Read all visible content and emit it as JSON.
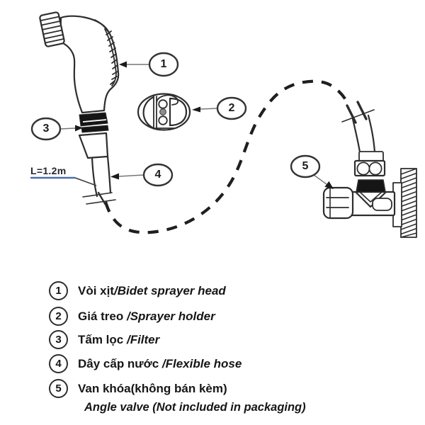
{
  "diagram": {
    "length_label": "L=1.2m",
    "callouts": [
      {
        "number": "1"
      },
      {
        "number": "2"
      },
      {
        "number": "3"
      },
      {
        "number": "4"
      },
      {
        "number": "5"
      }
    ]
  },
  "legend": {
    "items": [
      {
        "number": "1",
        "vi": "Vòi xịt",
        "en": "/Bidet sprayer head"
      },
      {
        "number": "2",
        "vi": "Giá treo ",
        "en": "/Sprayer holder"
      },
      {
        "number": "3",
        "vi": "Tấm lọc ",
        "en": "/Filter"
      },
      {
        "number": "4",
        "vi": "Dây cấp nước ",
        "en": "/Flexible hose"
      },
      {
        "number": "5",
        "vi": "Van khóa(không bán kèm)",
        "en": "",
        "en2": "Angle valve (Not included in packaging)"
      }
    ]
  },
  "colors": {
    "line": "#2d2d2d",
    "black_fill": "#151515",
    "length_underline": "#4a6fae"
  }
}
